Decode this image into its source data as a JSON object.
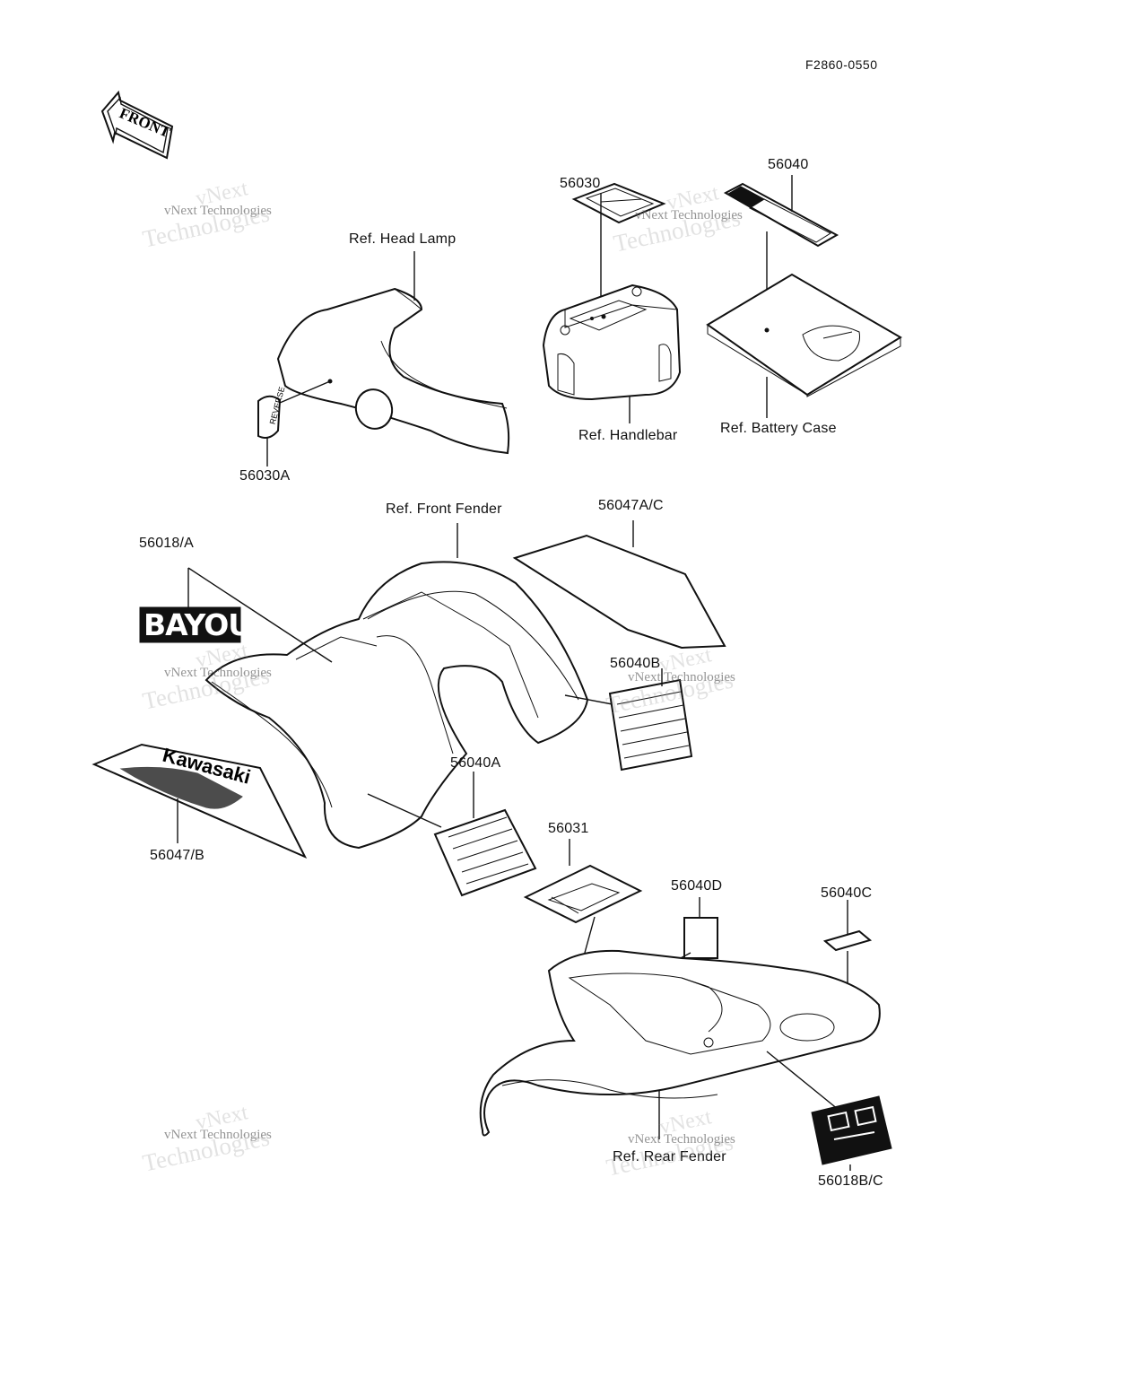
{
  "document_id": "F2860-0550",
  "front_badge": "FRONT",
  "bayou_logo": "BAYOU",
  "kawasaki_logo": "Kawasaki",
  "reference_labels": {
    "head_lamp": "Ref. Head Lamp",
    "handlebar": "Ref. Handlebar",
    "battery_case": "Ref. Battery Case",
    "front_fender": "Ref. Front Fender",
    "rear_fender": "Ref. Rear Fender"
  },
  "part_numbers": {
    "p56030": "56030",
    "p56040": "56040",
    "p56030A": "56030A",
    "p56018A": "56018/A",
    "p56047AC": "56047A/C",
    "p56040B": "56040B",
    "p56040A": "56040A",
    "p56047B": "56047/B",
    "p56031": "56031",
    "p56040D": "56040D",
    "p56040C": "56040C",
    "p56018BC": "56018B/C"
  },
  "watermark": {
    "line1": "vNext",
    "line2": "vNext Technologies",
    "line3": "Technologies"
  }
}
